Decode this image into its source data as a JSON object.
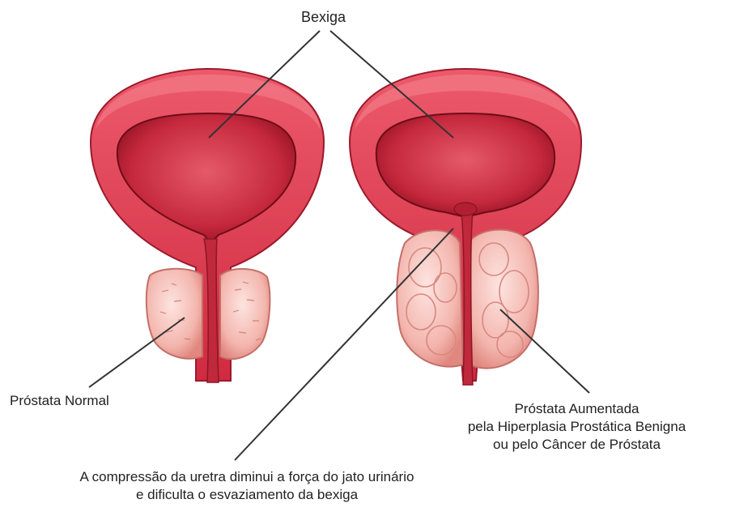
{
  "labels": {
    "bladder": "Bexiga",
    "normal_prostate": "Próstata Normal",
    "enlarged_prostate": [
      "Próstata Aumentada",
      "pela Hiperplasia Prostática Benigna",
      "ou pelo Câncer de Próstata"
    ],
    "compression_note": [
      "A compressão da uretra diminui a força do jato urinário",
      "e dificulta o esvaziamento da bexiga"
    ]
  },
  "colors": {
    "bladder_wall": "#d62d45",
    "bladder_inner": "#a81528",
    "bladder_lumen": "#e04a5a",
    "prostate_normal": "#f2b8b0",
    "prostate_enlarged": "#f4b9b4",
    "leader_line": "#333333"
  }
}
